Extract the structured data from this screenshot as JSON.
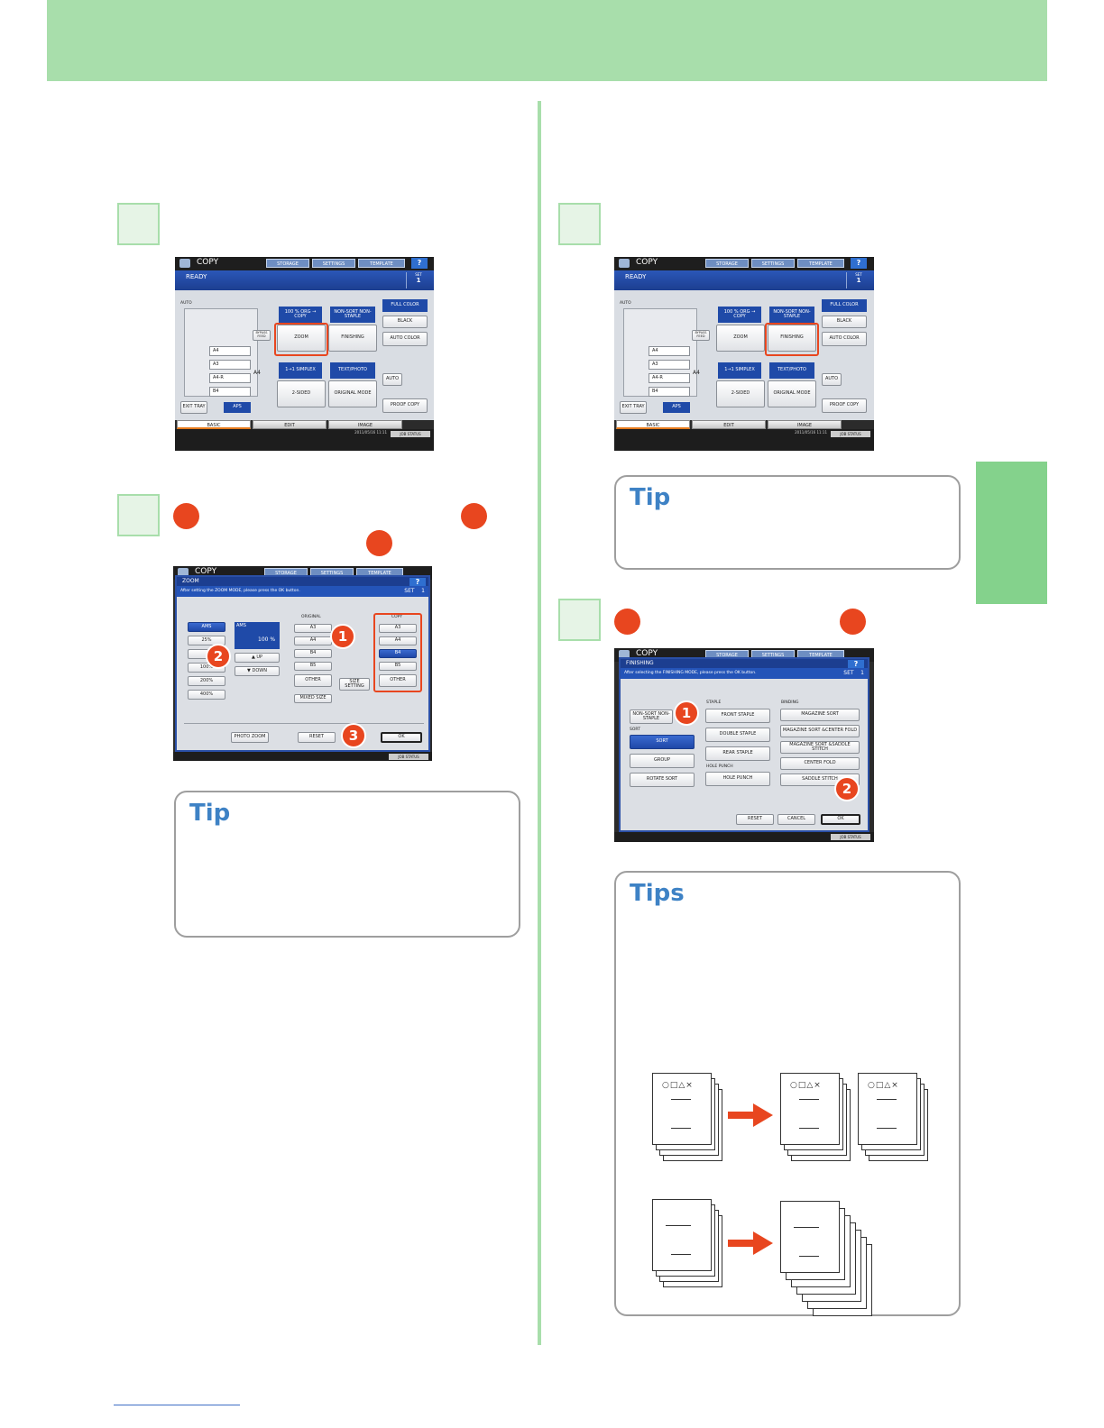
{
  "tips": {
    "tip1": "Tip",
    "tip2": "Tip",
    "tips3": "Tips"
  },
  "screen_basic": {
    "app_title": "COPY",
    "top_buttons": [
      "STORAGE",
      "SETTINGS",
      "TEMPLATE",
      "?"
    ],
    "status": "READY",
    "set_label": "SET",
    "set_value": "1",
    "auto_label": "AUTO",
    "trays": [
      "A4",
      "A3",
      "A4-R",
      "B4"
    ],
    "tray_side": "A4",
    "bypass": "BYPASS FEED",
    "exit_tray": "EXIT TRAY",
    "aps": "APS",
    "zoom_info": "100 %  ORG → COPY",
    "zoom": "ZOOM",
    "sort_info": "NON-SORT NON-STAPLE",
    "finishing": "FINISHING",
    "full_color": "FULL COLOR",
    "black": "BLACK",
    "auto_color": "AUTO COLOR",
    "simplex": "1→1 SIMPLEX",
    "two_sided": "2-SIDED",
    "text_photo": "TEXT/PHOTO",
    "original_mode": "ORIGINAL MODE",
    "auto_density": "AUTO",
    "proof_copy": "PROOF COPY",
    "tabs": [
      "BASIC",
      "EDIT",
      "IMAGE"
    ],
    "job_status": "JOB STATUS",
    "time": "2011/05/16 11:11"
  },
  "screen_zoom": {
    "app_title": "COPY",
    "top_buttons": [
      "STORAGE",
      "SETTINGS",
      "TEMPLATE",
      "?"
    ],
    "header": "ZOOM",
    "instruction": "After setting the ZOOM MODE, please press the OK button.",
    "set_label": "SET",
    "set_value": "1",
    "ams": "AMS",
    "ams_display_label": "AMS",
    "ams_value": "100 %",
    "presets": [
      "25%",
      "",
      "100%",
      "200%",
      "400%"
    ],
    "up": "UP",
    "down": "DOWN",
    "original_label": "ORIGINAL",
    "original_sizes": [
      "A3",
      "A4",
      "B4",
      "B5",
      "OTHER"
    ],
    "mixed_size": "MIXED SIZE",
    "copy_label": "COPY",
    "copy_sizes": [
      "A3",
      "A4",
      "B4",
      "B5",
      "OTHER"
    ],
    "size_setting": "SIZE SETTING",
    "photo_zoom": "PHOTO ZOOM",
    "reset": "RESET",
    "ok": "OK",
    "job_status": "JOB STATUS",
    "callouts": [
      "1",
      "2",
      "3"
    ]
  },
  "screen_finishing": {
    "app_title": "COPY",
    "top_buttons": [
      "STORAGE",
      "SETTINGS",
      "TEMPLATE",
      "?"
    ],
    "header": "FINISHING",
    "instruction": "After selecting the FINISHING MODE, please press the OK button.",
    "set_label": "SET",
    "set_value": "1",
    "non_sort": "NON-SORT NON-STAPLE",
    "sort_label": "SORT",
    "sort": "SORT",
    "group": "GROUP",
    "rotate_sort": "ROTATE SORT",
    "staple_label": "STAPLE",
    "front_staple": "FRONT STAPLE",
    "double_staple": "DOUBLE STAPLE",
    "rear_staple": "REAR STAPLE",
    "hole_punch_label": "HOLE PUNCH",
    "hole_punch": "HOLE PUNCH",
    "binding_label": "BINDING",
    "magazine_sort": "MAGAZINE SORT",
    "magazine_center_fold": "MAGAZINE SORT &CENTER FOLD",
    "magazine_saddle": "MAGAZINE SORT &SADDLE STITCH",
    "center_fold": "CENTER FOLD",
    "saddle_stitch": "SADDLE STITCH",
    "reset": "RESET",
    "cancel": "CANCEL",
    "ok": "OK",
    "job_status": "JOB STATUS",
    "callouts": [
      "1",
      "2"
    ]
  },
  "illustration": {
    "symbols": "○□△×"
  },
  "colors": {
    "header_green": "#a8deab",
    "tab_green": "#84d28c",
    "accent_red": "#e8461f",
    "tip_blue": "#3e82c5"
  }
}
